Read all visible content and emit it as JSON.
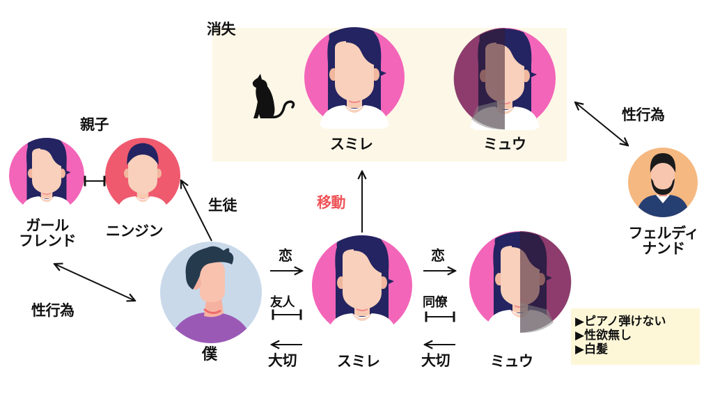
{
  "groups": {
    "disappearance": {
      "label": "消失",
      "bg_color": "#fdf7e7"
    },
    "parent_child": {
      "label": "親子"
    }
  },
  "characters": {
    "boku": {
      "name": "僕",
      "bg_color": "#c9d9ea",
      "shirt_color": "#9b59b6",
      "hair_color": "#263a4e"
    },
    "sumire": {
      "name": "スミレ",
      "bg_color": "#f365b9",
      "hair_color": "#232461"
    },
    "miyu": {
      "name": "ミュウ",
      "bg_color": "#f365b9",
      "overlay_color": "#6e2b55",
      "hair_color": "#232461"
    },
    "sumire_top": {
      "name": "スミレ",
      "bg_color": "#f365b9"
    },
    "miyu_top": {
      "name": "ミュウ",
      "bg_color": "#f365b9",
      "overlay_color": "#6e2b55"
    },
    "girlfriend": {
      "name": "ガール\nフレンド",
      "bg_color": "#f365b9"
    },
    "ninjin": {
      "name": "ニンジン",
      "bg_color": "#ef5a6f"
    },
    "ferdinand": {
      "name": "フェルディ\nナンド",
      "bg_color": "#f5b880",
      "shirt_color": "#263f72"
    }
  },
  "relations": {
    "boku_sumire_love": "恋",
    "boku_sumire_friend": "友人",
    "sumire_boku_precious": "大切",
    "sumire_miyu_love": "恋",
    "sumire_miyu_colleague": "同僚",
    "miyu_sumire_precious": "大切",
    "boku_ninjin_student": "生徒",
    "boku_girlfriend_sex": "性行為",
    "miyu_ferdinand_sex": "性行為",
    "sumire_move": "移動"
  },
  "colors": {
    "move_label": "#ef5357",
    "arrow": "#111111"
  },
  "icons": {
    "cat": "cat-silhouette-icon"
  },
  "note": {
    "items": [
      "▶ピアノ弾けない",
      "▶性欲無し",
      "▶白髪"
    ]
  }
}
